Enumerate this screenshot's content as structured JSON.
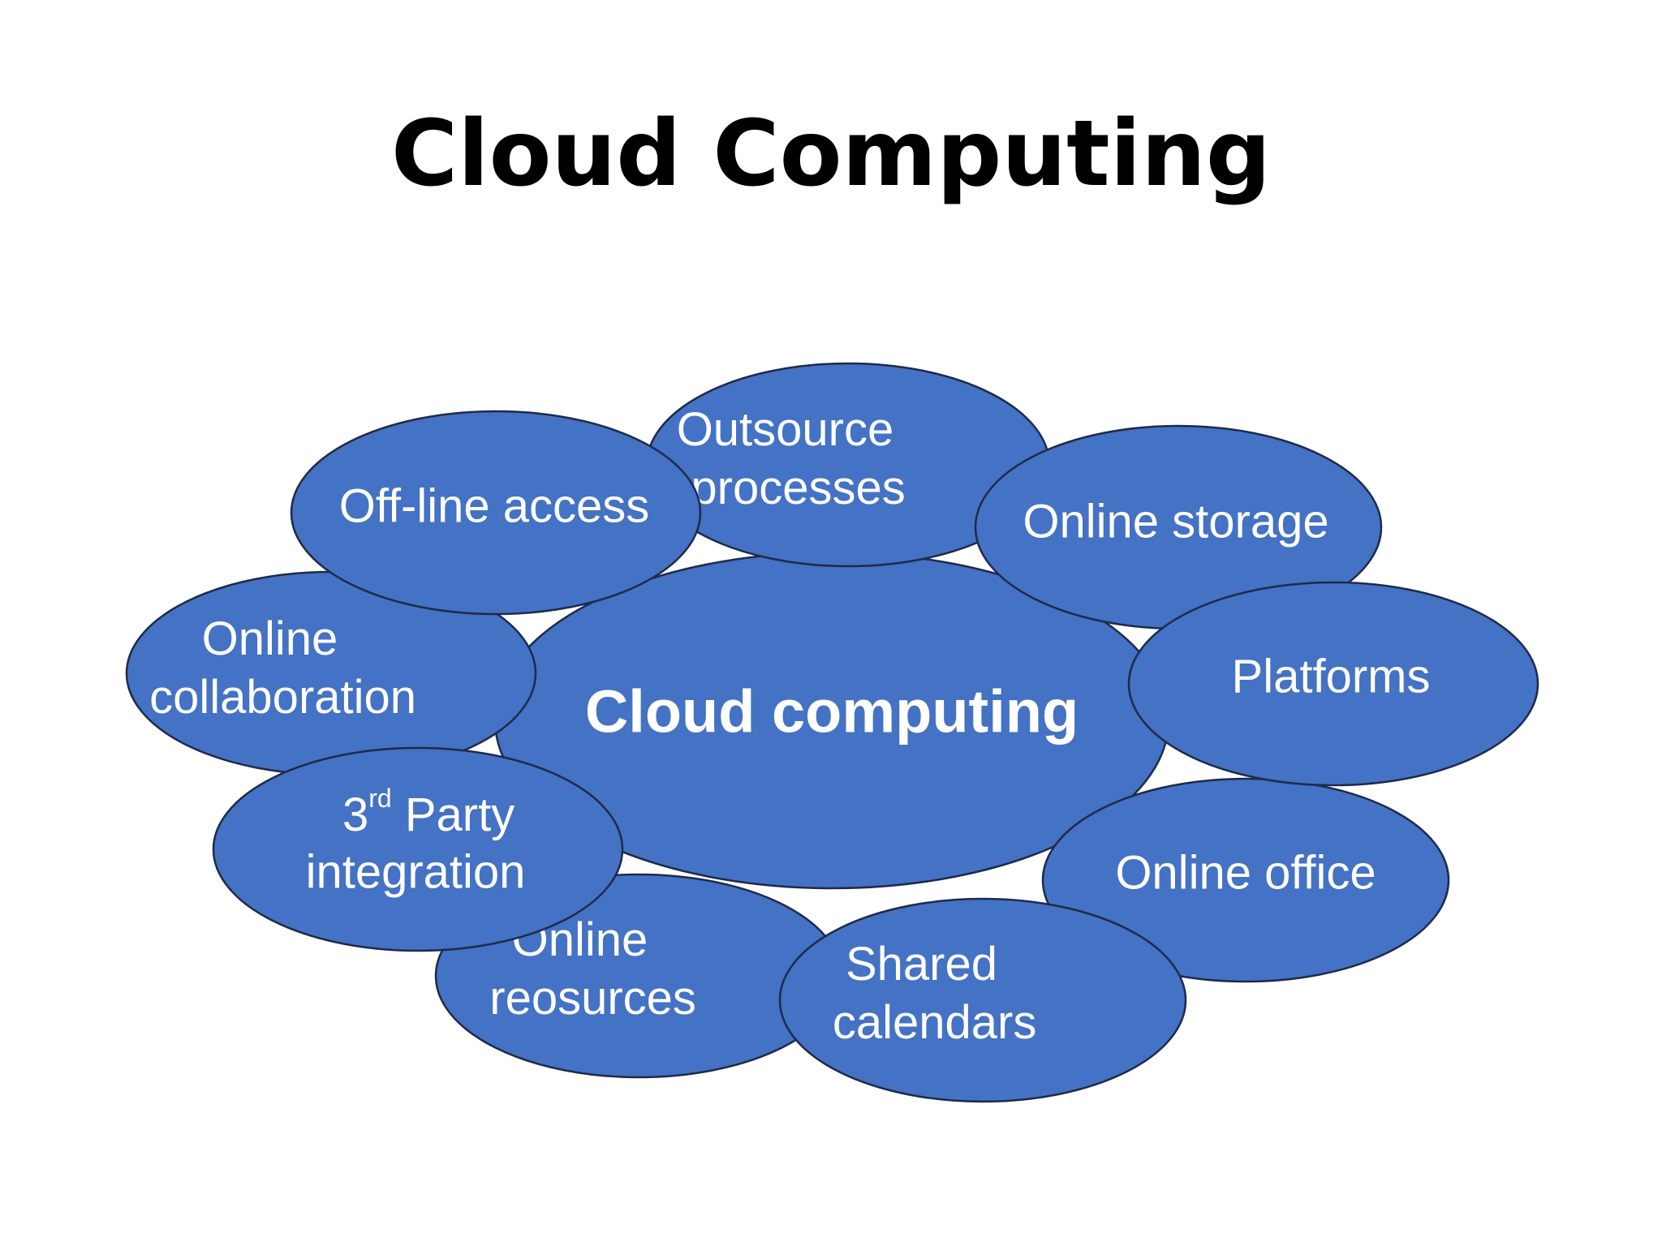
{
  "title": "Cloud Computing",
  "colors": {
    "bubble_fill": "#4472c4",
    "bubble_stroke": "#1f2a4a",
    "text": "#ffffff"
  },
  "center": {
    "label": "Cloud computing"
  },
  "nodes": {
    "online_resources": {
      "lines": [
        "Online",
        "reosurces"
      ]
    },
    "online_collaboration": {
      "lines": [
        "Online",
        "collaboration"
      ]
    },
    "online_office": {
      "label": "Online office"
    },
    "outsource_processes": {
      "lines": [
        "Outsource",
        "processes"
      ]
    },
    "online_storage": {
      "label": "Online storage"
    },
    "platforms": {
      "label": "Platforms"
    },
    "off_line_access": {
      "label": "Off-line access"
    },
    "shared_calendars": {
      "lines": [
        "Shared",
        "calendars"
      ]
    },
    "third_party_integration": {
      "line1_number": "3",
      "line1_sup": "rd",
      "line1_rest": " Party",
      "line2": "integration"
    }
  }
}
